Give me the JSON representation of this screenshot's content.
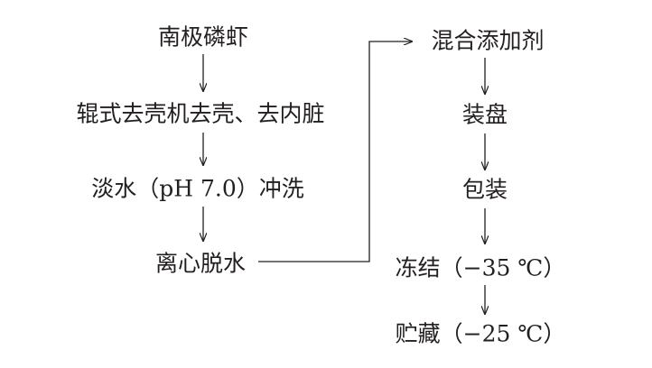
{
  "diagram": {
    "left_column": {
      "step1": "南极磷虾",
      "step2": "辊式去壳机去壳、去内脏",
      "step3": "淡水（pH 7.0）冲洗",
      "step4": "离心脱水"
    },
    "right_column": {
      "step5": "混合添加剂",
      "step6": "装盘",
      "step7": "包装",
      "step8": "冻结（−35 ℃）",
      "step9": "贮藏（−25 ℃）"
    }
  },
  "colors": {
    "text": "#231f20",
    "line": "#231f20",
    "background": "#ffffff"
  }
}
